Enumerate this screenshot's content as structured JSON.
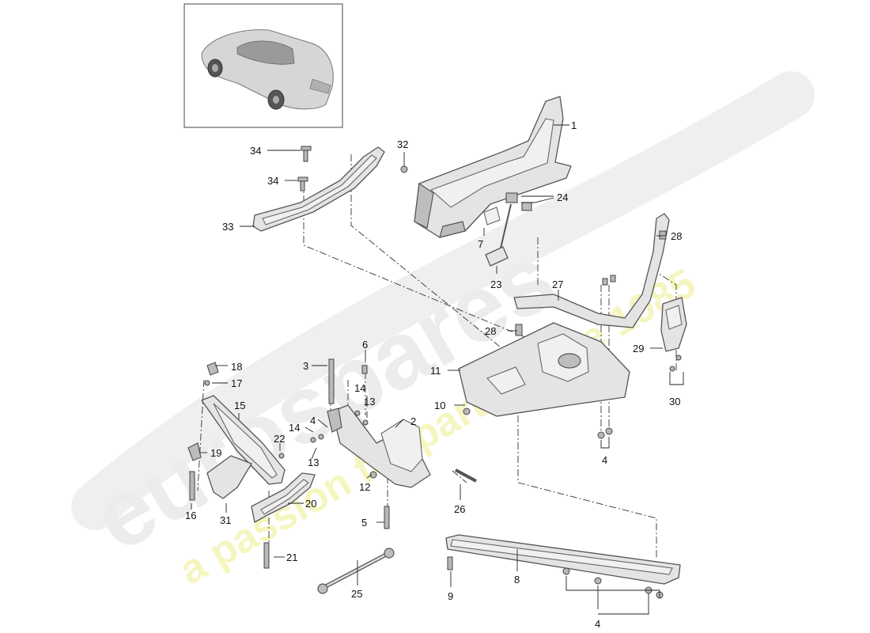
{
  "diagram": {
    "callouts": [
      {
        "id": "c1",
        "text": "1"
      },
      {
        "id": "c2",
        "text": "2"
      },
      {
        "id": "c3",
        "text": "3"
      },
      {
        "id": "c4a",
        "text": "4"
      },
      {
        "id": "c4b",
        "text": "4"
      },
      {
        "id": "c4c",
        "text": "4"
      },
      {
        "id": "c5",
        "text": "5"
      },
      {
        "id": "c6",
        "text": "6"
      },
      {
        "id": "c7",
        "text": "7"
      },
      {
        "id": "c8",
        "text": "8"
      },
      {
        "id": "c9",
        "text": "9"
      },
      {
        "id": "c10",
        "text": "10"
      },
      {
        "id": "c11",
        "text": "11"
      },
      {
        "id": "c12",
        "text": "12"
      },
      {
        "id": "c13a",
        "text": "13"
      },
      {
        "id": "c13b",
        "text": "13"
      },
      {
        "id": "c14a",
        "text": "14"
      },
      {
        "id": "c14b",
        "text": "14"
      },
      {
        "id": "c15",
        "text": "15"
      },
      {
        "id": "c16",
        "text": "16"
      },
      {
        "id": "c17",
        "text": "17"
      },
      {
        "id": "c18",
        "text": "18"
      },
      {
        "id": "c19",
        "text": "19"
      },
      {
        "id": "c20",
        "text": "20"
      },
      {
        "id": "c21",
        "text": "21"
      },
      {
        "id": "c22",
        "text": "22"
      },
      {
        "id": "c23",
        "text": "23"
      },
      {
        "id": "c24",
        "text": "24"
      },
      {
        "id": "c25",
        "text": "25"
      },
      {
        "id": "c26",
        "text": "26"
      },
      {
        "id": "c27",
        "text": "27"
      },
      {
        "id": "c28a",
        "text": "28"
      },
      {
        "id": "c28b",
        "text": "28"
      },
      {
        "id": "c29",
        "text": "29"
      },
      {
        "id": "c30",
        "text": "30"
      },
      {
        "id": "c31",
        "text": "31"
      },
      {
        "id": "c32",
        "text": "32"
      },
      {
        "id": "c33",
        "text": "33"
      },
      {
        "id": "c34a",
        "text": "34"
      },
      {
        "id": "c34b",
        "text": "34"
      }
    ]
  },
  "watermark": {
    "brand": "eurospares",
    "tagline": "a passion for parts since 1985",
    "color": "#e8e8e8",
    "tagline_color": "#f4f4b0"
  },
  "colors": {
    "part_fill": "#e4e4e4",
    "outline": "#555555",
    "background": "#ffffff"
  }
}
